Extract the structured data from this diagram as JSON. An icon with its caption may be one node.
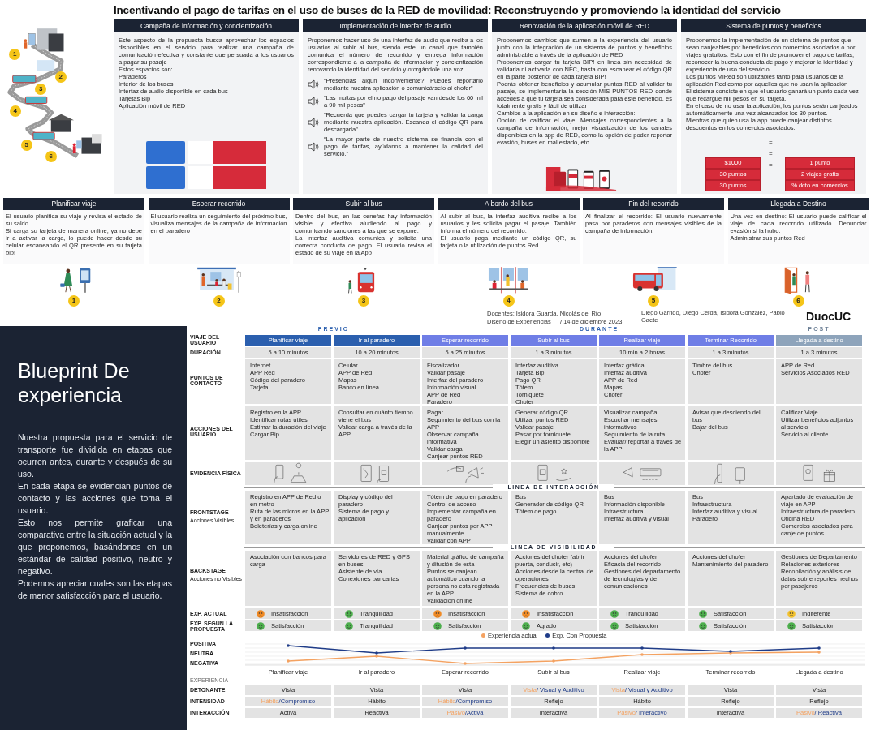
{
  "diagram": {
    "title": "Incentivando el pago de tarifas en el uso de buses de la RED de movilidad: Reconstruyendo y promoviendo la identidad del servicio",
    "nodes": [
      {
        "text": [
          "1"
        ]
      },
      {
        "text": [
          "2"
        ]
      },
      {
        "text": [
          "3"
        ]
      },
      {
        "text": [
          "4"
        ]
      },
      {
        "text": [
          "5"
        ]
      },
      {
        "text": [
          "6"
        ]
      },
      {
        "text": [
          "Campaña de información y concientización",
          "Este aspecto de la propuesta busca aprovechar los espacios disponibles en el servicio para realizar una campaña de comunicación efectiva y constante que persuada a los usuarios a pagar su pasaje",
          "Estos espacios son:",
          "Paraderos",
          "Interior de los buses",
          "Interfaz de audio disponible en cada bus",
          "Tarjetas Bip",
          "Aplicación móvil de RED"
        ]
      },
      {
        "text": [
          "Implementación de interfaz de audio",
          "Proponemos hacer uso de una interfaz de audio que reciba a los usuarios al subir al bus, siendo este un canal que también comunica el número de recorrido y entrega información correspondiente a la campaña de información y concientización renovando la identidad del servicio y otorgándole una voz",
          "“Presencias algún inconveniente? Puedes reportarlo mediante nuestra aplicación o comunicárselo al chofer”",
          "“Las multas por el no pago del pasaje van desde los 60 mil a 90 mil pesos”",
          "“Recuerda que puedes cargar tu tarjeta y validar la carga mediante nuestra aplicación. Escanea el código QR para descargarla”",
          "“La mayor parte de nuestro sistema se financia con el pago de tarifas, ayúdanos a mantener la calidad del servicio.”"
        ]
      },
      {
        "text": [
          "Renovación de la aplicación móvil de RED",
          "Proponemos cambios que sumen a la experiencia del usuario junto con la integración de un sistema de puntos y beneficios administrable a través de la aplicación de RED",
          "Proponemos cargar tu tarjeta BIP! en línea sin necesidad de validarla ni activarla con NFC, basta con escanear el código QR en la parte posterior de cada tarjeta BIP!",
          "Podrás obtener beneficios y acumular puntos RED al validar tu pasaje, se implementaría la sección MIS PUNTOS RED donde accedes a que tu tarjeta sea considerada para este beneficio, es totalmente gratis y fácil de utilizar",
          "Cambios a la aplicación en su diseño e interacción:",
          "Opción de calificar el viaje, Mensajes correspondientes a la campaña de información, mejor visualización de los canales disponibles en la app de RED, como la opción de poder reportar evasión, buses en mal estado, etc."
        ]
      },
      {
        "text": [
          "Sistema de puntos y beneficios",
          "Proponemos la implementación de un sistema de puntos que sean canjeables por beneficios con comercios asociados o por viajes gratuitos. Esto con el fin de promover el pago de tarifas, reconocer la buena conducta de pago y mejorar la identidad y experiencia de uso del servicio.",
          "Los puntos MiRed son utilizables tanto para usuarios de la aplicación Red como por aquellos que no usan la aplicación",
          "El sistema consiste en que el usuario ganará un punto cada vez que recargue mil pesos en su tarjeta.",
          "En el caso de no usar la aplicación, los puntos serán canjeados automáticamente una vez alcanzados los 30 puntos.",
          "Mientras que quien usa la app puede canjear distintos descuentos en los comercios asociados."
        ]
      },
      {
        "text": [
          "$1000"
        ],
        "in": 9
      },
      {
        "text": [
          "1 punto"
        ],
        "in": 9
      },
      {
        "text": [
          "30 puntos"
        ],
        "in": 9
      },
      {
        "text": [
          "2 viajes gratis"
        ],
        "in": 9
      },
      {
        "text": [
          "30 puntos"
        ],
        "in": 9
      },
      {
        "text": [
          "% dcto en comercios"
        ],
        "in": 9
      },
      {
        "text": [
          "Planificar viaje",
          "El usuario planifica su viaje y revisa el estado de su saldo.",
          "Si carga su tarjeta de manera online, ya no debe ir a activar la carga, lo puede hacer desde su celular escaneando el QR presente en su tarjeta bip!"
        ]
      },
      {
        "text": [
          "Esperar recorrido",
          "El usuario realiza un seguimiento del próximo bus, visualiza mensajes de la campaña de información en el paradero"
        ]
      },
      {
        "text": [
          "Subir al bus",
          "Dentro del bus, en las cenefas hay información visible y efectiva aludiendo al pago y comunicando sanciones a las que se expone.",
          "La interfaz auditiva comunica y solicita una correcta conducta de pago. El usuario revisa el estado de su viaje en la App"
        ]
      },
      {
        "text": [
          "A bordo del bus",
          "Al subir al bus, la interfaz auditiva recibe a los usuarios y les solicita pagar el pasaje. También informa el número del recorrido.",
          "El usuario paga mediante un código QR, su tarjeta o la utilización de puntos Red"
        ]
      },
      {
        "text": [
          "Fin del recorrido",
          "Al finalizar el recorrido: El usuario nuevamente pasa por paraderos con mensajes visibles de la campaña de información."
        ]
      },
      {
        "text": [
          "Llegada a Destino",
          "Una vez en destino: El usuario puede calificar el viaje de cada recorrido utilizado. Denunciar evasión si la hubo.",
          "Administrar sus puntos Red"
        ]
      },
      {
        "text": [
          "1"
        ]
      },
      {
        "text": [
          "2"
        ]
      },
      {
        "text": [
          "3"
        ]
      },
      {
        "text": [
          "4"
        ]
      },
      {
        "text": [
          "5"
        ]
      },
      {
        "text": [
          "6"
        ]
      },
      {
        "text": [
          "Blueprint De experiencia",
          "Nuestra propuesta para el servicio de transporte fue dividida en etapas que ocurren antes, durante y después de su uso.",
          "En cada etapa se evidencian puntos de contacto y las acciones que toma el usuario.",
          "Esto nos permite graficar una comparativa entre la situación actual y la que proponemos, basándonos en un estándar de calidad positivo, neutro y negativo.",
          "Podemos apreciar cuales son las etapas de menor satisfacción para el usuario."
        ]
      },
      {
        "text": [
          "Planificar viaje"
        ]
      },
      {
        "text": [
          "Ir al paradero"
        ]
      },
      {
        "text": [
          "Esperar recorrido"
        ]
      },
      {
        "text": [
          "Subir al bus"
        ]
      },
      {
        "text": [
          "Realizar viaje"
        ]
      },
      {
        "text": [
          "Terminar Recorrido"
        ]
      },
      {
        "text": [
          "Llegada a destino"
        ]
      },
      {
        "text": [
          "5 a 10 minutos"
        ]
      },
      {
        "text": [
          "10 a 20 minutos"
        ]
      },
      {
        "text": [
          "5 a 25 minutos"
        ]
      },
      {
        "text": [
          "1 a 3 minutos"
        ]
      },
      {
        "text": [
          "10 min a 2 horas"
        ]
      },
      {
        "text": [
          "1 a 3 minutos"
        ]
      },
      {
        "text": [
          "1 a 3 minutos"
        ]
      },
      {
        "text": [
          "Internet",
          "APP Red",
          "Código del paradero",
          "Tarjeta"
        ]
      },
      {
        "text": [
          "Celular",
          "APP de Red",
          "Mapas",
          "Banco en línea"
        ]
      },
      {
        "text": [
          "Fiscalizador",
          "Validar pasaje",
          "Interfaz del paradero",
          "Información visual",
          "APP de Red",
          "Paradero"
        ]
      },
      {
        "text": [
          "Interfaz auditiva",
          "Tarjeta Bip",
          "Pago QR",
          "Tótem",
          "Torniquete",
          "Chofer"
        ]
      },
      {
        "text": [
          "Interfaz gráfica",
          "Interfaz auditiva",
          "APP de Red",
          "Mapas",
          "Chofer"
        ]
      },
      {
        "text": [
          "Timbre del bus",
          "Chofer"
        ]
      },
      {
        "text": [
          "APP de Red",
          "Servicios Asociados RED"
        ]
      },
      {
        "text": [
          "Registro en la APP",
          "Identificar rutas útiles",
          "Estimar la duración del viaje",
          "Cargar Bip"
        ]
      },
      {
        "text": [
          "Consultar en cuánto tiempo viene el bus",
          "Validar carga a través de la APP"
        ]
      },
      {
        "text": [
          "Pagar",
          "Seguimiento del bus con la APP",
          "Observar campaña informativa",
          "Validar carga",
          "Canjear puntos RED"
        ]
      },
      {
        "text": [
          "Generar código QR",
          "Utilizar puntos RED",
          "Validar pasaje",
          "Pasar por torniquete",
          "Elegir un asiento disponible"
        ]
      },
      {
        "text": [
          "Visualizar campaña",
          "Escuchar mensajes informativos",
          "Seguimiento de la ruta",
          "Evaluar/ reportar a través de la APP"
        ]
      },
      {
        "text": [
          "Avisar que desciendo del bus",
          "Bajar del bus"
        ]
      },
      {
        "text": [
          "Calificar Viaje",
          "Utilizar beneficios adjuntos al servicio",
          "Servicio al cliente"
        ]
      },
      {
        "text": [
          "Registro en APP de Red o en metro",
          "Ruta de las micros en la APP y en paraderos",
          "Boleterías y carga online"
        ]
      },
      {
        "text": [
          "Display y código del paradero",
          "Sistema de pago y aplicación"
        ]
      },
      {
        "text": [
          "Tótem de pago en paradero",
          "Control de acceso",
          "Implementar campaña en paradero",
          "Canjear puntos por APP manualmente",
          "Validar con APP"
        ]
      },
      {
        "text": [
          "Bus",
          "Generador de código QR",
          "Tótem de pago"
        ]
      },
      {
        "text": [
          "Bus",
          "Información disponible",
          "Infraestructura",
          "Interfaz auditiva y visual"
        ]
      },
      {
        "text": [
          "Bus",
          "Infraestructura",
          "Interfaz auditiva y visual",
          "Paradero"
        ]
      },
      {
        "text": [
          "Apartado de evaluación de viaje en APP",
          "Infraestructura de paradero",
          "Oficina RED",
          "Comercios asociados para canje de puntos"
        ]
      },
      {
        "text": [
          "Asociación con bancos para carga"
        ]
      },
      {
        "text": [
          "Servidores de RED y GPS en buses",
          "Asistente de vía",
          "Conexiones bancarias"
        ]
      },
      {
        "text": [
          "Material gráfico de campaña y difusión de esta",
          "Puntos se canjean automático cuando la persona no esta registrada en la APP",
          "Validación online"
        ]
      },
      {
        "text": [
          "Acciones del chofer (abrir puerta, conducir, etc)",
          "Acciones desde la central de operaciones",
          "Frecuencias de buses",
          "Sistema de cobro"
        ]
      },
      {
        "text": [
          "Acciones del chofer",
          "Eficacia del recorrido",
          "Gestiones del departamento de tecnologías y de comunicaciones"
        ]
      },
      {
        "text": [
          "Acciones del chofer",
          "Mantenimiento del paradero"
        ]
      },
      {
        "text": [
          "Gestiones de Departamento",
          "Relaciones exteriores",
          "Recopilación y análisis de datos sobre reportes hechos por pasajeros"
        ]
      },
      {
        "text": [
          "Insatisfacción"
        ]
      },
      {
        "text": [
          "Tranquilidad"
        ]
      },
      {
        "text": [
          "Insatisfacción"
        ]
      },
      {
        "text": [
          "Insatisfacción"
        ]
      },
      {
        "text": [
          "Tranquilidad"
        ]
      },
      {
        "text": [
          "Satisfacción"
        ]
      },
      {
        "text": [
          "Indiferente"
        ]
      },
      {
        "text": [
          "Satisfacción"
        ]
      },
      {
        "text": [
          "Tranquilidad"
        ]
      },
      {
        "text": [
          "Satisfacción"
        ]
      },
      {
        "text": [
          "Agrado"
        ]
      },
      {
        "text": [
          "Satisfacción"
        ]
      },
      {
        "text": [
          "Satisfacción"
        ]
      },
      {
        "text": [
          "Satisfacción"
        ]
      },
      {
        "text": [
          "Vista"
        ]
      },
      {
        "text": [
          "Vista"
        ]
      },
      {
        "text": [
          "Vista"
        ]
      },
      {
        "text": [
          "Vista",
          "/ Visual y Auditivo"
        ]
      },
      {
        "text": [
          "Vista",
          "/ Visual y Auditivo"
        ]
      },
      {
        "text": [
          "Vista"
        ]
      },
      {
        "text": [
          "Vista"
        ]
      },
      {
        "text": [
          "Hábito",
          "/Compromiso"
        ]
      },
      {
        "text": [
          "Hábito"
        ]
      },
      {
        "text": [
          "Hábito",
          "/Compromiso"
        ]
      },
      {
        "text": [
          "Reflejo"
        ]
      },
      {
        "text": [
          "Hábito"
        ]
      },
      {
        "text": [
          "Reflejo"
        ]
      },
      {
        "text": [
          "Reflejo"
        ]
      },
      {
        "text": [
          "Activa"
        ]
      },
      {
        "text": [
          "Reactiva"
        ]
      },
      {
        "text": [
          "Pasivo",
          "/Activa"
        ]
      },
      {
        "text": [
          "Interactiva"
        ]
      },
      {
        "text": [
          "Pasivo",
          "/ Interactivo"
        ]
      },
      {
        "text": [
          "Interactiva"
        ]
      },
      {
        "text": [
          "Pasivo",
          "/ Reactiva"
        ]
      }
    ],
    "edges": [],
    "labels": [
      "=",
      "=",
      "=",
      "Docentes: Isidora Guarda, Nicolás del Río",
      "Diego Garrido, Diego Cerda, Isidora González, Pablo Gaete",
      "Diseño de Experiencias",
      "/ 14 de diciembre 2023",
      "DuocUC",
      "PREVIO",
      "DURANTE",
      "POST",
      "VIAJE DEL USUARIO",
      "DURACIÓN",
      "PUNTOS DE CONTACTO",
      "ACCIONES DEL USUARIO",
      "EVIDENCIA FÍSICA",
      "LINEA DE INTERACCIÓN",
      "FRONTSTAGE",
      "Acciones Visibles",
      "LINEA DE VISIBILIDAD",
      "BACKSTAGE",
      "Acciones no Visibles",
      "EXP. ACTUAL",
      "EXP. SEGÚN LA PROPUESTA",
      "POSITIVA",
      "NEUTRA",
      "NEGATIVA",
      "Planificar viaje",
      "Ir al paradero",
      "Esperar recorrido",
      "Subir al bus",
      "Realizar viaje",
      "Terminar recorrido",
      "Llegada a destino",
      "EXPERIENCIA",
      "DETONANTE",
      "INTENSIDAD",
      "INTERACCIÓN"
    ],
    "legend": [
      {
        "text": "Experiencia actual",
        "color": "#f4a261"
      },
      {
        "text": "Exp. Con Propuesta",
        "color": "#1f3c88"
      }
    ]
  }
}
